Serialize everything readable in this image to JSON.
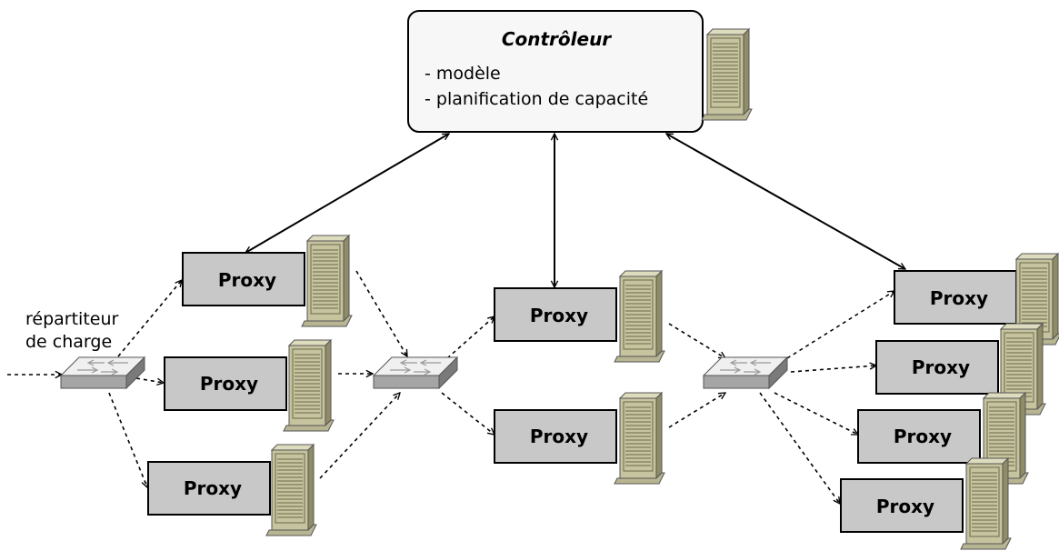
{
  "controller": {
    "title": "Contrôleur",
    "items": [
      "- modèle",
      "- planification de capacité"
    ]
  },
  "load_balancer_label": [
    "répartiteur",
    "de charge"
  ],
  "proxy_label": "Proxy",
  "icons": {
    "server": "server-tower-icon",
    "switch": "network-switch-icon"
  },
  "colors": {
    "proxy_fill": "#c8c8c8",
    "controller_fill": "#f7f7f7",
    "server_body": "#c6c39f",
    "server_dark": "#8f8c66",
    "switch_top": "#f0f0f0",
    "switch_side": "#8f8f8f"
  }
}
